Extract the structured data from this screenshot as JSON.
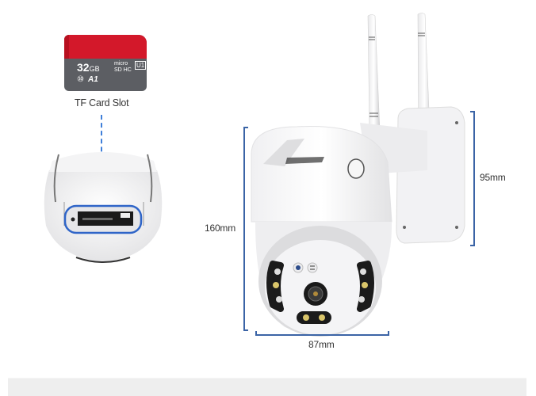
{
  "tf_card": {
    "capacity": "32",
    "unit": "GB",
    "brand_mark": "micro SD HC",
    "speed_class": "⑩",
    "app_class": "A1",
    "uhs": "U1",
    "caption": "TF Card Slot",
    "colors": {
      "top": "#d3182a",
      "bottom": "#5c5e63"
    }
  },
  "dimensions": {
    "height_label": "160mm",
    "width_label": "87mm",
    "bracket_label": "95mm",
    "bracket_color": "#3b64a6"
  },
  "camera": {
    "icons": [
      "wifi-antenna-left",
      "wifi-antenna-right",
      "wall-mount-bracket",
      "ptz-dome",
      "lens",
      "led-ring-left",
      "led-ring-right",
      "led-bottom",
      "ir-sensor",
      "microphone",
      "sd-slot"
    ]
  },
  "footer": {
    "band_color": "#eeeeee"
  }
}
